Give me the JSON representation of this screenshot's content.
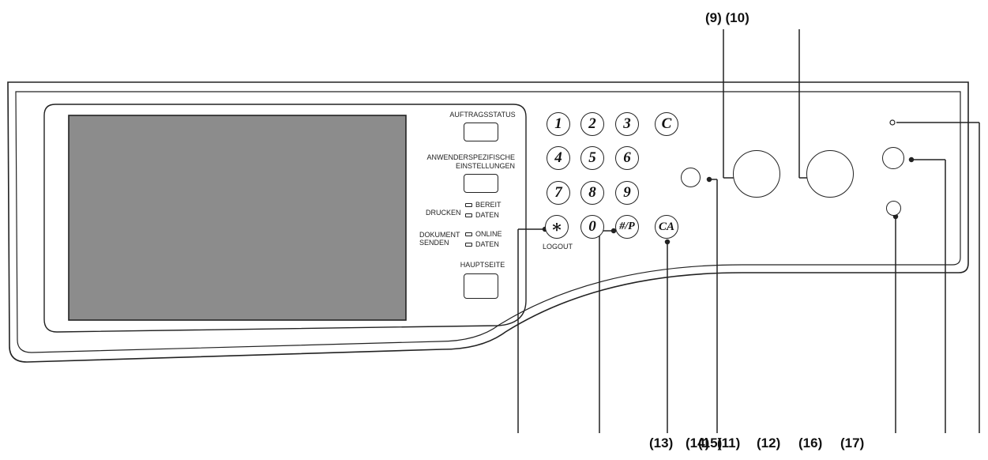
{
  "panel": {
    "job_status_label": "AUFTRAGSSTATUS",
    "custom_settings_label_line1": "ANWENDERSPEZIFISCHE",
    "custom_settings_label_line2": "EINSTELLUNGEN",
    "print_label": "DRUCKEN",
    "print_ready_label": "BEREIT",
    "print_data_label": "DATEN",
    "send_label_line1": "DOKUMENT",
    "send_label_line2": "SENDEN",
    "send_online_label": "ONLINE",
    "send_data_label": "DATEN",
    "home_label": "HAUPTSEITE",
    "logout_label": "LOGOUT"
  },
  "keypad": {
    "key_1": "1",
    "key_2": "2",
    "key_3": "3",
    "key_c": "C",
    "key_4": "4",
    "key_5": "5",
    "key_6": "6",
    "key_7": "7",
    "key_8": "8",
    "key_9": "9",
    "key_star": "∗",
    "key_0": "0",
    "key_hash": "#/P",
    "key_ca": "CA"
  },
  "callouts": {
    "top_9_10": "(9) (10)",
    "bottom_13": "(13)",
    "bottom_14": "(14)",
    "bottom_15": "(15)",
    "bottom_11": "(11)",
    "bottom_12": "(12)",
    "bottom_16": "(16)",
    "bottom_17": "(17)"
  },
  "colors": {
    "line": "#222222",
    "screen": "#8c8c8c",
    "background": "#ffffff"
  }
}
